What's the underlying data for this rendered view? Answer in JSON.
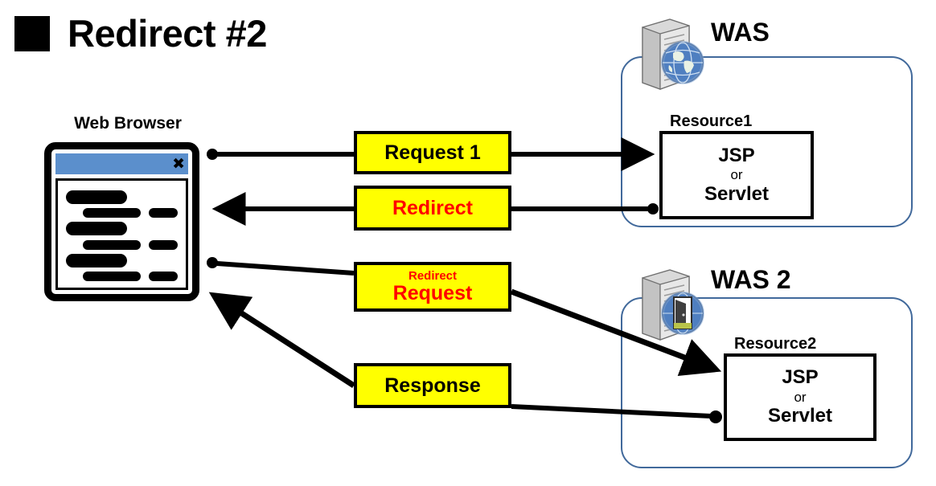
{
  "title": {
    "bullet_icon": "filled-square-icon",
    "text": "Redirect #2"
  },
  "browser": {
    "label": "Web Browser",
    "close_icon": "✖",
    "titlebar_color": "#5B8FCC",
    "frame_color": "#000000"
  },
  "messages": [
    {
      "id": "request1",
      "sub": "",
      "main": "Request 1",
      "main_color": "#000000",
      "fill": "#FFFF00"
    },
    {
      "id": "redirect",
      "sub": "",
      "main": "Redirect",
      "main_color": "#FF0000",
      "fill": "#FFFF00"
    },
    {
      "id": "redirect-request",
      "sub": "Redirect",
      "main": "Request",
      "sub_color": "#FF0000",
      "main_color": "#FF0000",
      "fill": "#FFFF00"
    },
    {
      "id": "response",
      "sub": "",
      "main": "Response",
      "main_color": "#000000",
      "fill": "#FFFF00"
    }
  ],
  "servers": [
    {
      "id": "was1",
      "label": "WAS",
      "icon": "server-globe-icon",
      "frame_color": "#41699B",
      "resource": {
        "label": "Resource1",
        "line1": "JSP",
        "line2": "or",
        "line3": "Servlet"
      }
    },
    {
      "id": "was2",
      "label": "WAS 2",
      "icon": "server-globe-door-icon",
      "frame_color": "#41699B",
      "resource": {
        "label": "Resource2",
        "line1": "JSP",
        "line2": "or",
        "line3": "Servlet"
      }
    }
  ],
  "connectors": [
    {
      "id": "request1-flow",
      "from": "web-browser",
      "to": "resource1",
      "start": "dot",
      "end": "arrow"
    },
    {
      "id": "redirect-flow",
      "from": "resource1",
      "to": "web-browser",
      "start": "dot",
      "end": "arrow"
    },
    {
      "id": "redirect-request-flow",
      "from": "web-browser",
      "to": "resource2",
      "start": "dot",
      "end": "arrow"
    },
    {
      "id": "response-flow",
      "from": "resource2",
      "to": "web-browser",
      "start": "dot",
      "end": "arrow"
    }
  ],
  "palette": {
    "yellow": "#FFFF00",
    "red": "#FF0000",
    "black": "#000000",
    "browser_blue": "#5B8FCC",
    "frame_blue": "#41699B",
    "white": "#FFFFFF"
  }
}
